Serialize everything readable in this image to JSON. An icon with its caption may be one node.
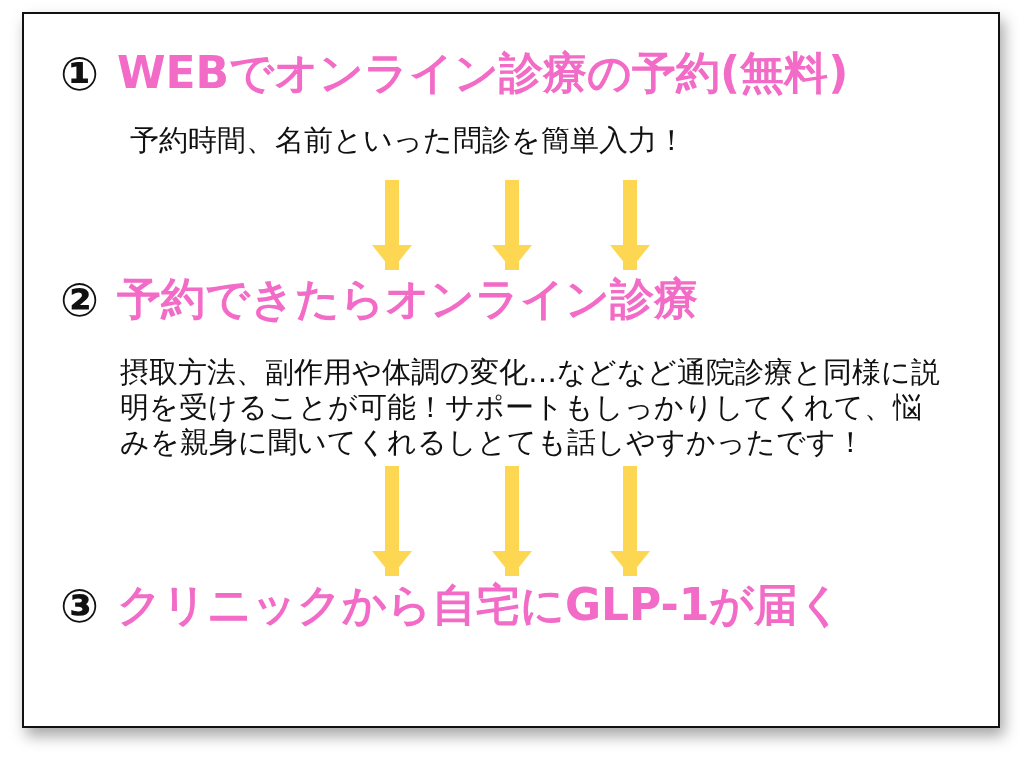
{
  "diagram": {
    "nodes": [
      {
        "text": [
          "①",
          "WEBでオンライン診療の予約(無料)",
          "予約時間、名前といった問診を簡単入力！"
        ]
      },
      {
        "text": [
          "②",
          "予約できたらオンライン診療",
          "摂取方法、副作用や体調の変化…などなど通院診療と同様に説明を受けることが可能！サポートもしっかりしてくれて、悩みを親身に聞いてくれるしとても話しやすかったです！"
        ]
      },
      {
        "text": [
          "③",
          "クリニックから自宅にGLP-1が届く"
        ]
      }
    ],
    "edges": [
      {
        "from": 0,
        "to": 1,
        "arrow": "to"
      },
      {
        "from": 0,
        "to": 1,
        "arrow": "to"
      },
      {
        "from": 0,
        "to": 1,
        "arrow": "to"
      },
      {
        "from": 1,
        "to": 2,
        "arrow": "to"
      },
      {
        "from": 1,
        "to": 2,
        "arrow": "to"
      },
      {
        "from": 1,
        "to": 2,
        "arrow": "to"
      }
    ]
  }
}
